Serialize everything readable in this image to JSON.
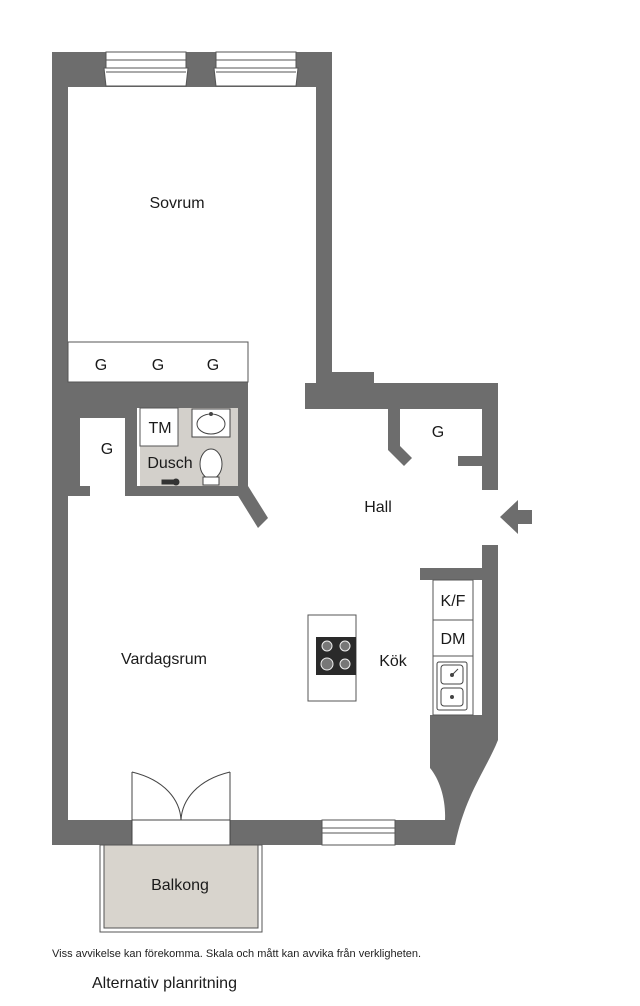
{
  "rooms": {
    "bedroom": "Sovrum",
    "wardrobe": "G",
    "tm": "TM",
    "shower": "Dusch",
    "hall": "Hall",
    "living": "Vardagsrum",
    "kitchen": "Kök",
    "fridge_freezer": "K/F",
    "dishwasher": "DM",
    "balcony": "Balkong"
  },
  "disclaimer": "Viss avvikelse kan förekomma. Skala och mått kan avvika från verkligheten.",
  "caption": "Alternativ planritning",
  "colors": {
    "wall": "#6d6d6d",
    "bathroom_floor": "#d3d0cb",
    "balcony_floor": "#d8d4cd",
    "line": "#444444"
  }
}
